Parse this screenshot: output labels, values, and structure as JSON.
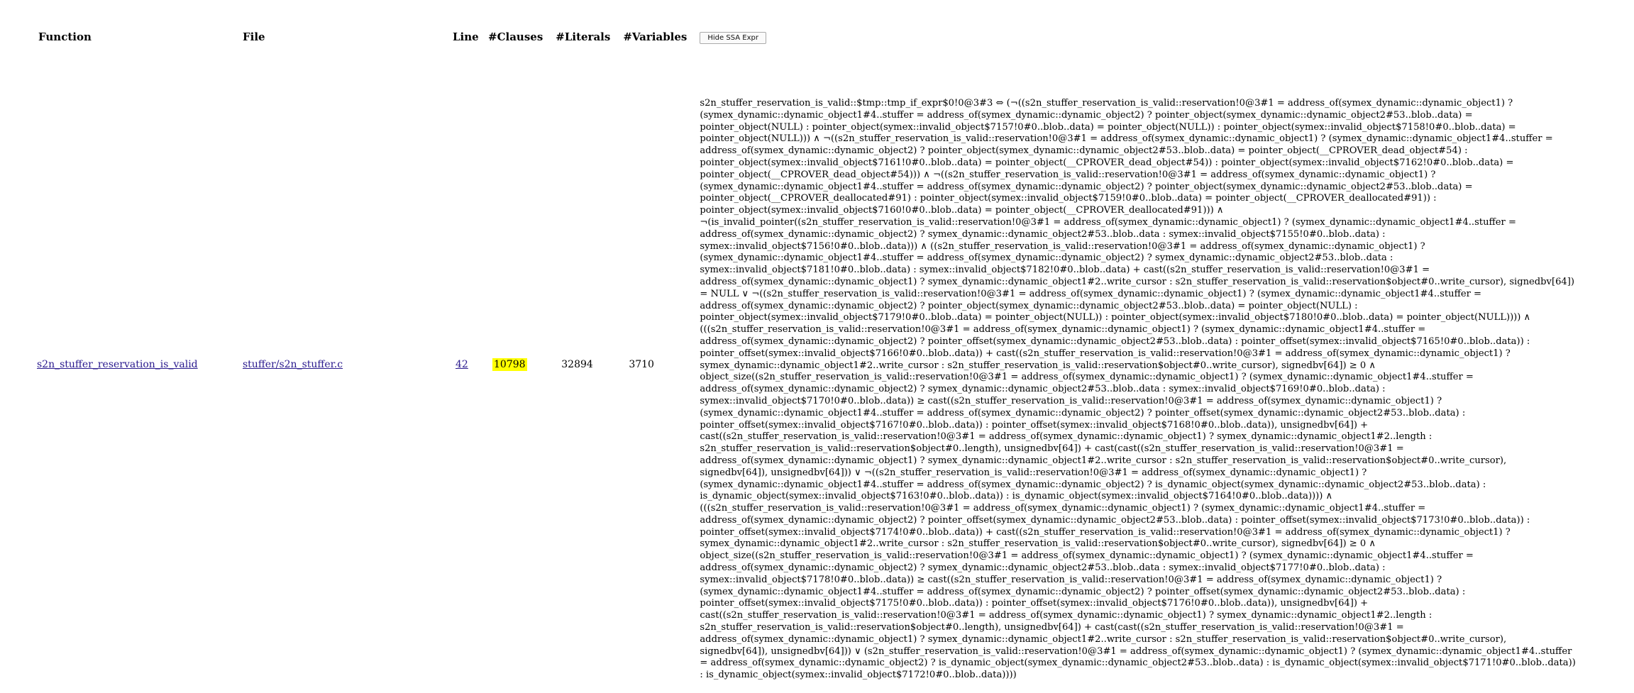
{
  "table": {
    "headers": {
      "function": "Function",
      "file": "File",
      "line": "Line",
      "clauses": "#Clauses",
      "literals": "#Literals",
      "variables": "#Variables"
    },
    "toggle_label": "Hide SSA Expr",
    "row": {
      "function": "s2n_stuffer_reservation_is_valid",
      "file": "stuffer/s2n_stuffer.c",
      "line": "42",
      "clauses": "10798",
      "literals": "32894",
      "variables": "3710",
      "expr": "s2n_stuffer_reservation_is_valid::$tmp::tmp_if_expr$0!0@3#3 ⇔ (¬((s2n_stuffer_reservation_is_valid::reservation!0@3#1 = address_of(symex_dynamic::dynamic_object1) ? (symex_dynamic::dynamic_object1#4..stuffer = address_of(symex_dynamic::dynamic_object2) ? pointer_object(symex_dynamic::dynamic_object2#53..blob..data) = pointer_object(NULL) : pointer_object(symex::invalid_object$7157!0#0..blob..data) = pointer_object(NULL)) : pointer_object(symex::invalid_object$7158!0#0..blob..data) = pointer_object(NULL))) ∧ ¬((s2n_stuffer_reservation_is_valid::reservation!0@3#1 = address_of(symex_dynamic::dynamic_object1) ? (symex_dynamic::dynamic_object1#4..stuffer = address_of(symex_dynamic::dynamic_object2) ? pointer_object(symex_dynamic::dynamic_object2#53..blob..data) = pointer_object(__CPROVER_dead_object#54) : pointer_object(symex::invalid_object$7161!0#0..blob..data) = pointer_object(__CPROVER_dead_object#54)) : pointer_object(symex::invalid_object$7162!0#0..blob..data) = pointer_object(__CPROVER_dead_object#54))) ∧ ¬((s2n_stuffer_reservation_is_valid::reservation!0@3#1 = address_of(symex_dynamic::dynamic_object1) ? (symex_dynamic::dynamic_object1#4..stuffer = address_of(symex_dynamic::dynamic_object2) ? pointer_object(symex_dynamic::dynamic_object2#53..blob..data) = pointer_object(__CPROVER_deallocated#91) : pointer_object(symex::invalid_object$7159!0#0..blob..data) = pointer_object(__CPROVER_deallocated#91)) : pointer_object(symex::invalid_object$7160!0#0..blob..data) = pointer_object(__CPROVER_deallocated#91))) ∧ ¬(is_invalid_pointer((s2n_stuffer_reservation_is_valid::reservation!0@3#1 = address_of(symex_dynamic::dynamic_object1) ? (symex_dynamic::dynamic_object1#4..stuffer = address_of(symex_dynamic::dynamic_object2) ? symex_dynamic::dynamic_object2#53..blob..data : symex::invalid_object$7155!0#0..blob..data) : symex::invalid_object$7156!0#0..blob..data))) ∧ ((s2n_stuffer_reservation_is_valid::reservation!0@3#1 = address_of(symex_dynamic::dynamic_object1) ? (symex_dynamic::dynamic_object1#4..stuffer = address_of(symex_dynamic::dynamic_object2) ? symex_dynamic::dynamic_object2#53..blob..data : symex::invalid_object$7181!0#0..blob..data) : symex::invalid_object$7182!0#0..blob..data) + cast((s2n_stuffer_reservation_is_valid::reservation!0@3#1 = address_of(symex_dynamic::dynamic_object1) ? symex_dynamic::dynamic_object1#2..write_cursor : s2n_stuffer_reservation_is_valid::reservation$object#0..write_cursor), signedbv[64]) = NULL ∨ ¬((s2n_stuffer_reservation_is_valid::reservation!0@3#1 = address_of(symex_dynamic::dynamic_object1) ? (symex_dynamic::dynamic_object1#4..stuffer = address_of(symex_dynamic::dynamic_object2) ? pointer_object(symex_dynamic::dynamic_object2#53..blob..data) = pointer_object(NULL) : pointer_object(symex::invalid_object$7179!0#0..blob..data) = pointer_object(NULL)) : pointer_object(symex::invalid_object$7180!0#0..blob..data) = pointer_object(NULL)))) ∧ (((s2n_stuffer_reservation_is_valid::reservation!0@3#1 = address_of(symex_dynamic::dynamic_object1) ? (symex_dynamic::dynamic_object1#4..stuffer = address_of(symex_dynamic::dynamic_object2) ? pointer_offset(symex_dynamic::dynamic_object2#53..blob..data) : pointer_offset(symex::invalid_object$7165!0#0..blob..data)) : pointer_offset(symex::invalid_object$7166!0#0..blob..data)) + cast((s2n_stuffer_reservation_is_valid::reservation!0@3#1 = address_of(symex_dynamic::dynamic_object1) ? symex_dynamic::dynamic_object1#2..write_cursor : s2n_stuffer_reservation_is_valid::reservation$object#0..write_cursor), signedbv[64]) ≥ 0 ∧ object_size((s2n_stuffer_reservation_is_valid::reservation!0@3#1 = address_of(symex_dynamic::dynamic_object1) ? (symex_dynamic::dynamic_object1#4..stuffer = address_of(symex_dynamic::dynamic_object2) ? symex_dynamic::dynamic_object2#53..blob..data : symex::invalid_object$7169!0#0..blob..data) : symex::invalid_object$7170!0#0..blob..data)) ≥ cast((s2n_stuffer_reservation_is_valid::reservation!0@3#1 = address_of(symex_dynamic::dynamic_object1) ? (symex_dynamic::dynamic_object1#4..stuffer = address_of(symex_dynamic::dynamic_object2) ? pointer_offset(symex_dynamic::dynamic_object2#53..blob..data) : pointer_offset(symex::invalid_object$7167!0#0..blob..data)) : pointer_offset(symex::invalid_object$7168!0#0..blob..data)), unsignedbv[64]) + cast((s2n_stuffer_reservation_is_valid::reservation!0@3#1 = address_of(symex_dynamic::dynamic_object1) ? symex_dynamic::dynamic_object1#2..length : s2n_stuffer_reservation_is_valid::reservation$object#0..length), unsignedbv[64]) + cast(cast((s2n_stuffer_reservation_is_valid::reservation!0@3#1 = address_of(symex_dynamic::dynamic_object1) ? symex_dynamic::dynamic_object1#2..write_cursor : s2n_stuffer_reservation_is_valid::reservation$object#0..write_cursor), signedbv[64]), unsignedbv[64])) ∨ ¬((s2n_stuffer_reservation_is_valid::reservation!0@3#1 = address_of(symex_dynamic::dynamic_object1) ? (symex_dynamic::dynamic_object1#4..stuffer = address_of(symex_dynamic::dynamic_object2) ? is_dynamic_object(symex_dynamic::dynamic_object2#53..blob..data) : is_dynamic_object(symex::invalid_object$7163!0#0..blob..data)) : is_dynamic_object(symex::invalid_object$7164!0#0..blob..data)))) ∧ (((s2n_stuffer_reservation_is_valid::reservation!0@3#1 = address_of(symex_dynamic::dynamic_object1) ? (symex_dynamic::dynamic_object1#4..stuffer = address_of(symex_dynamic::dynamic_object2) ? pointer_offset(symex_dynamic::dynamic_object2#53..blob..data) : pointer_offset(symex::invalid_object$7173!0#0..blob..data)) : pointer_offset(symex::invalid_object$7174!0#0..blob..data)) + cast((s2n_stuffer_reservation_is_valid::reservation!0@3#1 = address_of(symex_dynamic::dynamic_object1) ? symex_dynamic::dynamic_object1#2..write_cursor : s2n_stuffer_reservation_is_valid::reservation$object#0..write_cursor), signedbv[64]) ≥ 0 ∧ object_size((s2n_stuffer_reservation_is_valid::reservation!0@3#1 = address_of(symex_dynamic::dynamic_object1) ? (symex_dynamic::dynamic_object1#4..stuffer = address_of(symex_dynamic::dynamic_object2) ? symex_dynamic::dynamic_object2#53..blob..data : symex::invalid_object$7177!0#0..blob..data) : symex::invalid_object$7178!0#0..blob..data)) ≥ cast((s2n_stuffer_reservation_is_valid::reservation!0@3#1 = address_of(symex_dynamic::dynamic_object1) ? (symex_dynamic::dynamic_object1#4..stuffer = address_of(symex_dynamic::dynamic_object2) ? pointer_offset(symex_dynamic::dynamic_object2#53..blob..data) : pointer_offset(symex::invalid_object$7175!0#0..blob..data)) : pointer_offset(symex::invalid_object$7176!0#0..blob..data)), unsignedbv[64]) + cast((s2n_stuffer_reservation_is_valid::reservation!0@3#1 = address_of(symex_dynamic::dynamic_object1) ? symex_dynamic::dynamic_object1#2..length : s2n_stuffer_reservation_is_valid::reservation$object#0..length), unsignedbv[64]) + cast(cast((s2n_stuffer_reservation_is_valid::reservation!0@3#1 = address_of(symex_dynamic::dynamic_object1) ? symex_dynamic::dynamic_object1#2..write_cursor : s2n_stuffer_reservation_is_valid::reservation$object#0..write_cursor), signedbv[64]), unsignedbv[64])) ∨ (s2n_stuffer_reservation_is_valid::reservation!0@3#1 = address_of(symex_dynamic::dynamic_object1) ? (symex_dynamic::dynamic_object1#4..stuffer = address_of(symex_dynamic::dynamic_object2) ? is_dynamic_object(symex_dynamic::dynamic_object2#53..blob..data) : is_dynamic_object(symex::invalid_object$7171!0#0..blob..data)) : is_dynamic_object(symex::invalid_object$7172!0#0..blob..data))))"
    }
  },
  "colors": {
    "link": "#2a1a8e",
    "highlight": "#ffff00"
  }
}
